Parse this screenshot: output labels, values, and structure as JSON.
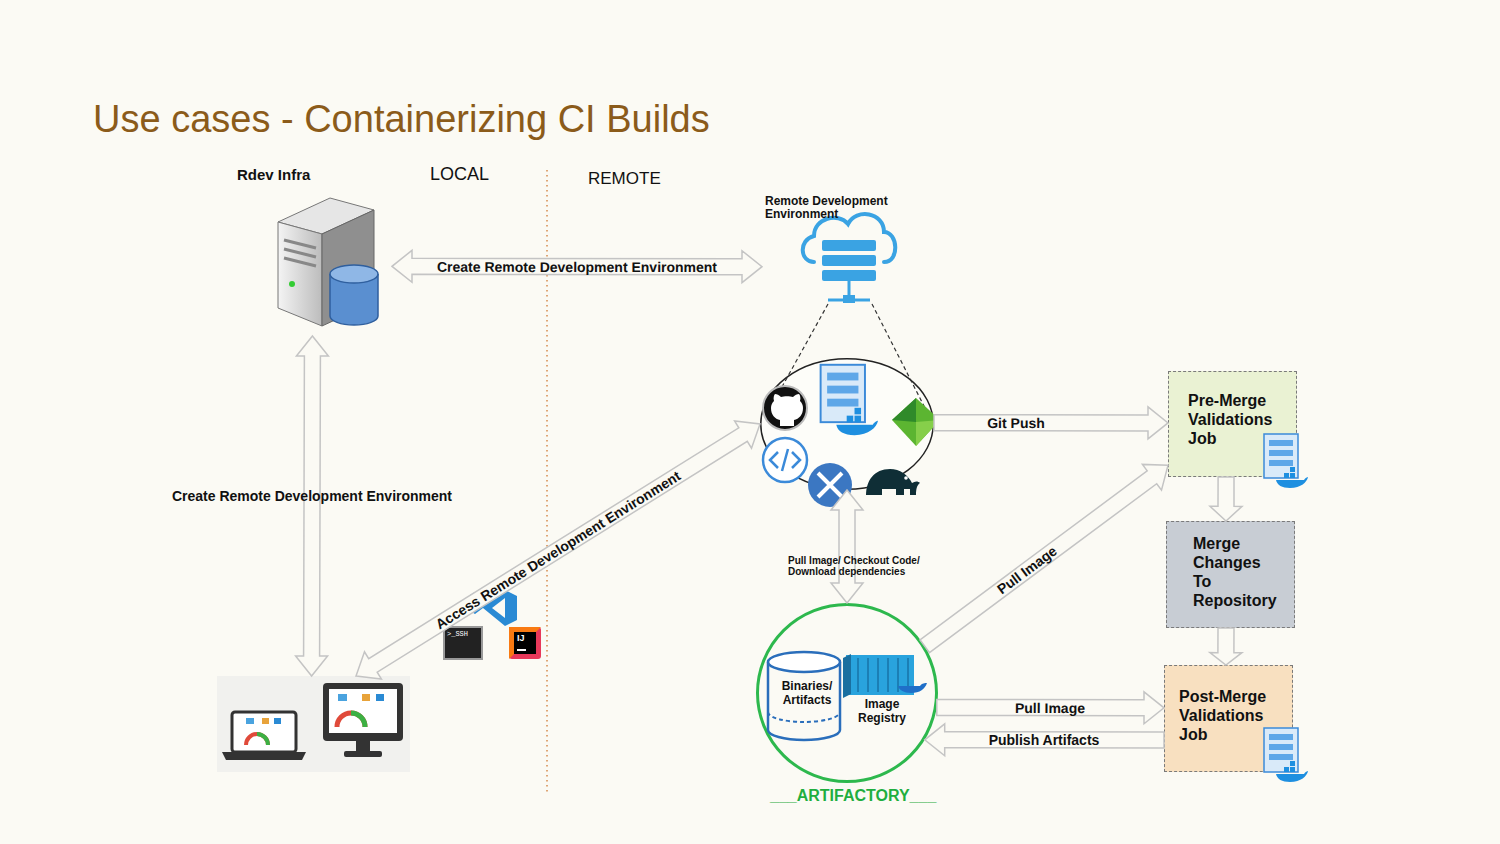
{
  "diagram": {
    "title": "Use cases - Containerizing CI Builds",
    "nodes": [
      {
        "text": [
          "Rdev Infra"
        ]
      },
      {
        "text": [
          "Remote Development Environment"
        ]
      },
      {
        "text": []
      },
      {
        "text": [
          "Pre-Merge Validations Job"
        ]
      },
      {
        "text": [
          "Merge Changes To Repository"
        ]
      },
      {
        "text": []
      },
      {
        "text": [
          "Binaries/ Artifacts",
          "Image Registry",
          "___ARTIFACTORY___"
        ]
      },
      {
        "text": [
          "Post-Merge Validations Job"
        ]
      }
    ],
    "edges": [
      {
        "from": 0,
        "to": 1,
        "label": "Create Remote Development Environment",
        "arrow": "both"
      },
      {
        "from": 0,
        "to": 5,
        "label": "Create Remote Development Environment",
        "arrow": "both"
      },
      {
        "from": 5,
        "to": 2,
        "label": "Access Remote Development Environment",
        "arrow": "both"
      },
      {
        "from": 2,
        "to": 3,
        "label": "Git Push",
        "arrow": "to"
      },
      {
        "from": 2,
        "to": 6,
        "label": "Pull Image/ Checkout Code/ Download dependencies",
        "arrow": "both"
      },
      {
        "from": 6,
        "to": 3,
        "label": "Pull Image",
        "arrow": "to"
      },
      {
        "from": 3,
        "to": 4,
        "arrow": "to"
      },
      {
        "from": 4,
        "to": 7,
        "arrow": "to"
      },
      {
        "from": 6,
        "to": 7,
        "label": "Pull Image",
        "arrow": "to"
      },
      {
        "from": 7,
        "to": 6,
        "label": "Publish Artifacts",
        "arrow": "to"
      }
    ],
    "labels": [
      "LOCAL",
      "REMOTE",
      ">_SSH",
      "IJ"
    ]
  }
}
